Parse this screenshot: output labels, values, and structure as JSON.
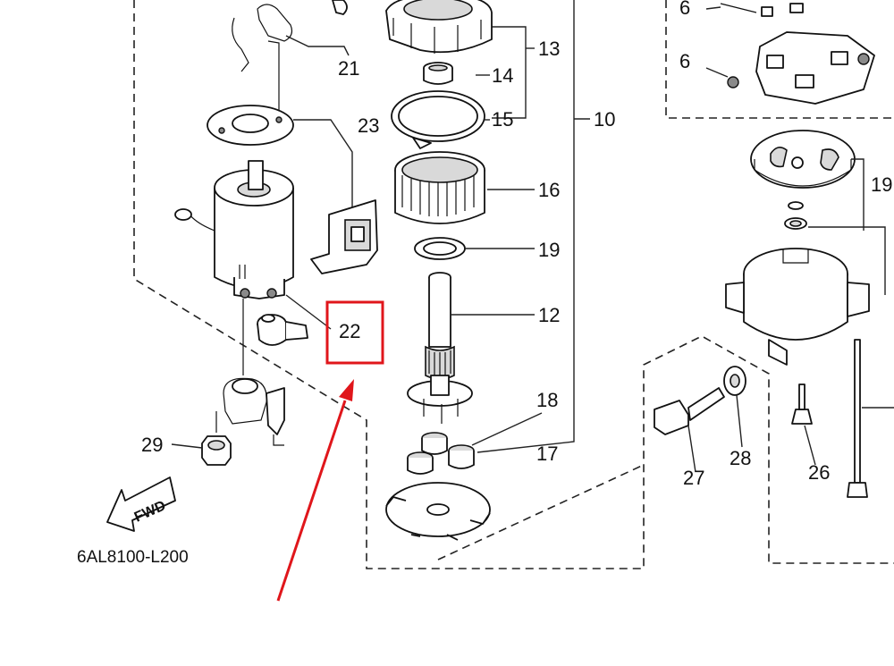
{
  "labels": {
    "p6a": "6",
    "p6b": "6",
    "p21": "21",
    "p13": "13",
    "p14": "14",
    "p15": "15",
    "p10": "10",
    "p23": "23",
    "p16": "16",
    "p19a": "19",
    "p19b": "19",
    "p12": "12",
    "p22": "22",
    "p18": "18",
    "p17": "17",
    "p29": "29",
    "p28": "28",
    "p27": "27",
    "p26": "26"
  },
  "fwd_label": "FWD",
  "diagram_code": "6AL8100-L200",
  "highlight": {
    "target": "22",
    "box_color": "#e0161b",
    "arrow_color": "#e0161b"
  }
}
